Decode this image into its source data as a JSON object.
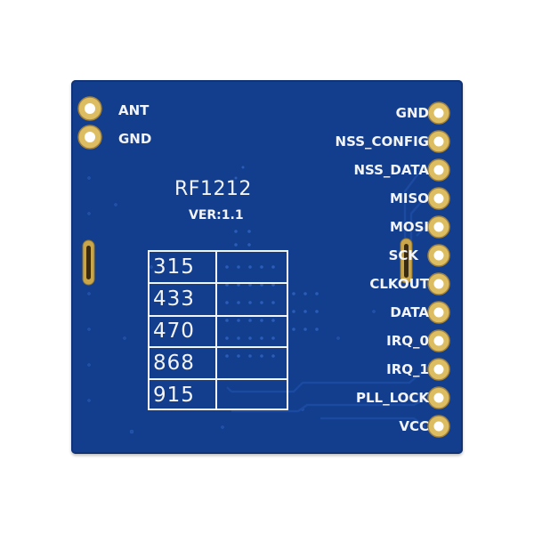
{
  "module": {
    "model": "RF1212",
    "version": "VER:1.1"
  },
  "left_pins": [
    {
      "label": "ANT"
    },
    {
      "label": "GND"
    }
  ],
  "right_pins": [
    {
      "label": "GND"
    },
    {
      "label": "NSS_CONFIG"
    },
    {
      "label": "NSS_DATA"
    },
    {
      "label": "MISO"
    },
    {
      "label": "MOSI"
    },
    {
      "label": "SCK"
    },
    {
      "label": "CLKOUT"
    },
    {
      "label": "DATA"
    },
    {
      "label": "IRQ_0"
    },
    {
      "label": "IRQ_1"
    },
    {
      "label": "PLL_LOCK"
    },
    {
      "label": "VCC"
    }
  ],
  "frequency_table": [
    "315",
    "433",
    "470",
    "868",
    "915"
  ],
  "colors": {
    "board": "#133d8d",
    "silkscreen": "#f2f4f7",
    "pad_gold": "#d8b85a"
  }
}
